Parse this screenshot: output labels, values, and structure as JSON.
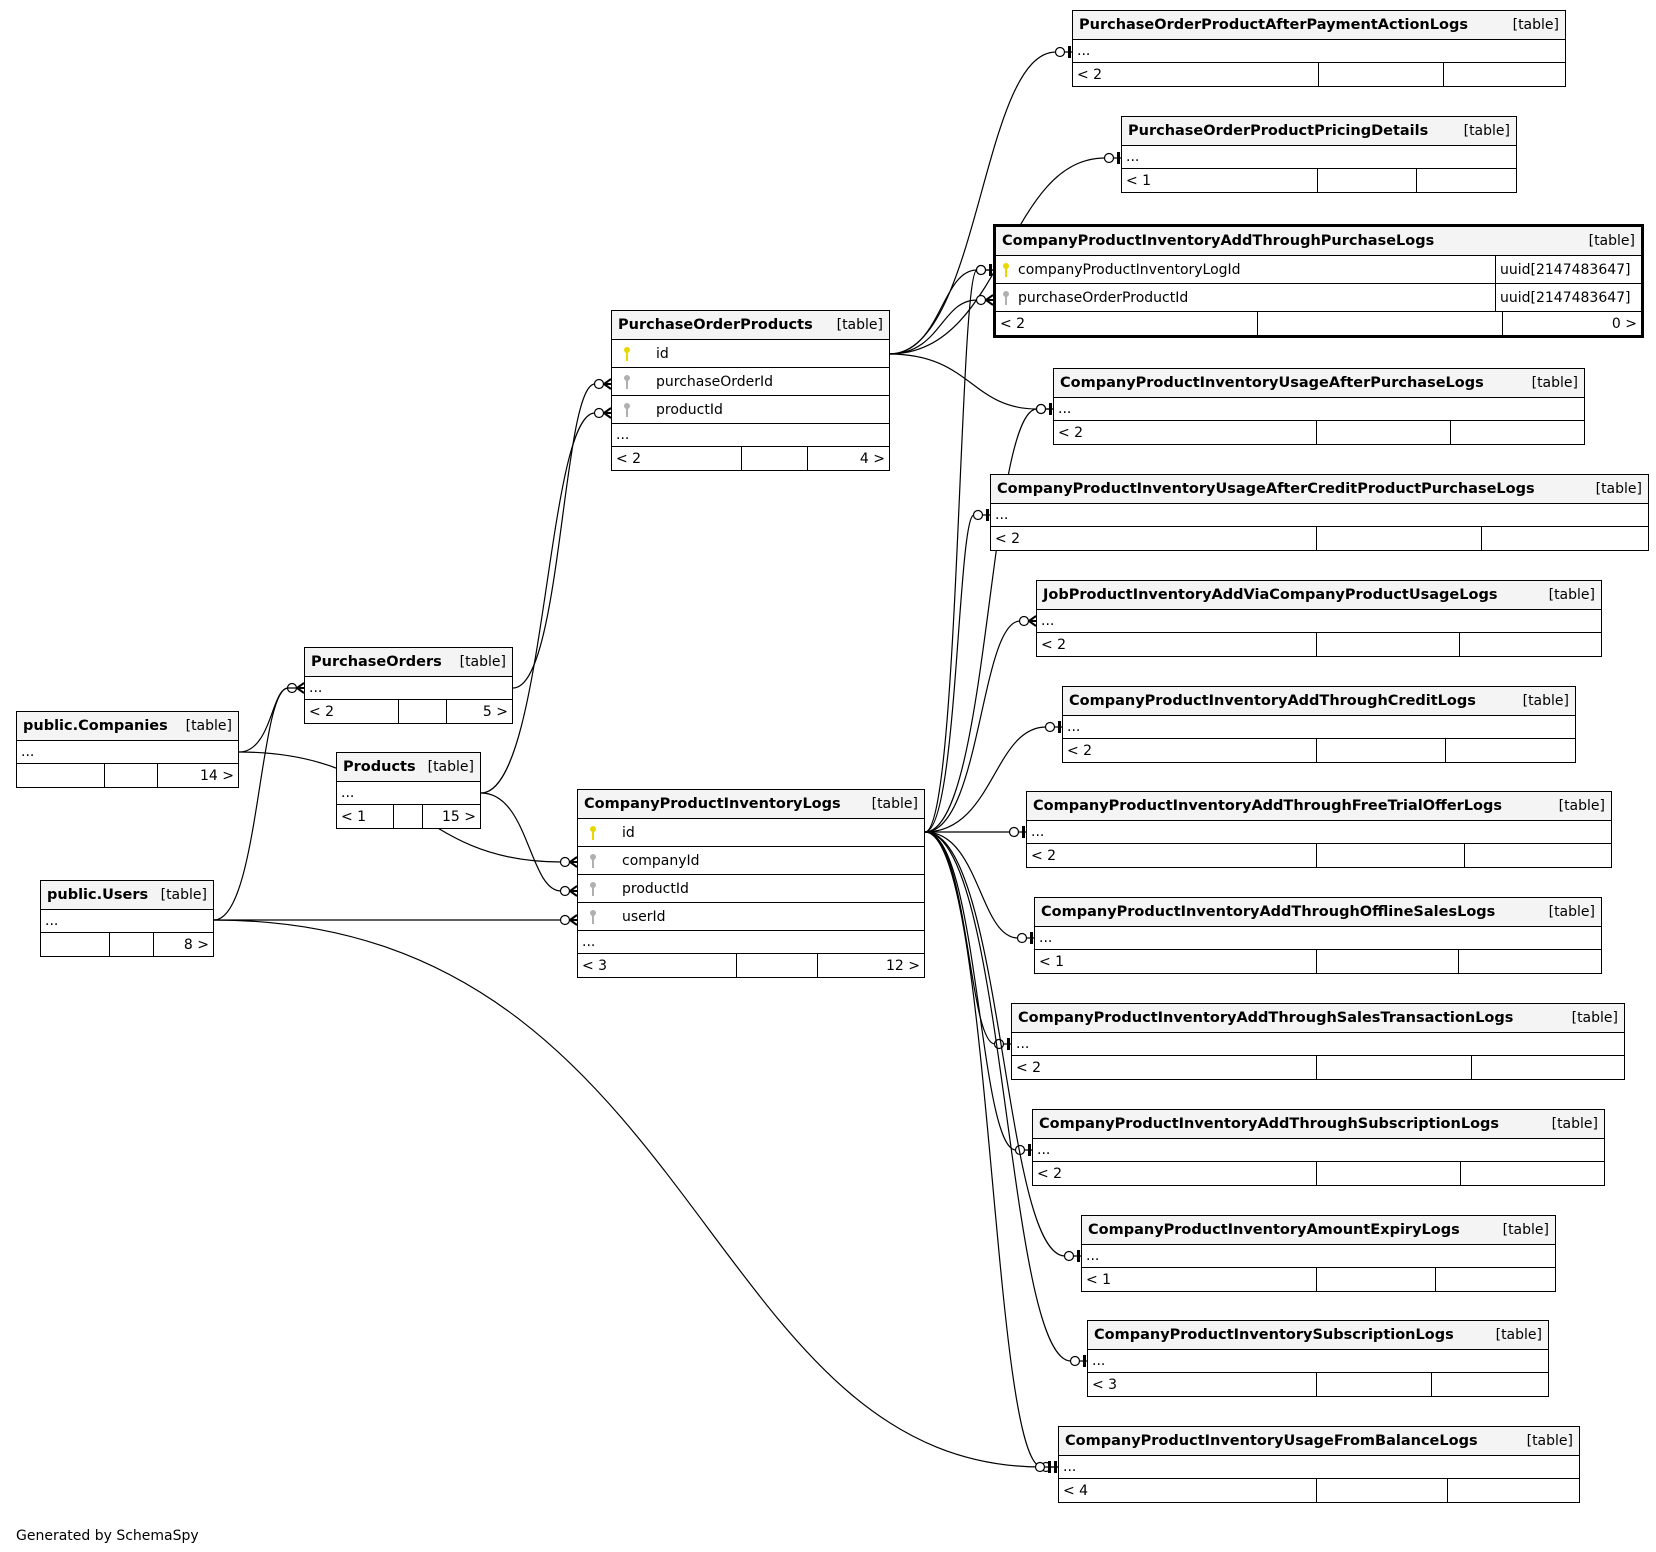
{
  "footer": "Generated by SchemaSpy",
  "table_type_label": "[table]",
  "ellipsis": "...",
  "colors": {
    "primary_key": "#e6d800",
    "foreign_key": "#b0b0b0",
    "header_bg": "#f4f4f4"
  },
  "tables": [
    {
      "id": "popapal",
      "name": "PurchaseOrderProductAfterPaymentActionLogs",
      "type": "[table]",
      "left": "< 2",
      "mid": "",
      "right": ""
    },
    {
      "id": "poppd",
      "name": "PurchaseOrderProductPricingDetails",
      "type": "[table]",
      "left": "< 1",
      "mid": "",
      "right": ""
    },
    {
      "id": "cpiatpl",
      "name": "CompanyProductInventoryAddThroughPurchaseLogs",
      "type": "[table]",
      "selected": true,
      "columns": [
        {
          "name": "companyProductInventoryLogId",
          "type": "uuid[2147483647]",
          "key": "primary-key"
        },
        {
          "name": "purchaseOrderProductId",
          "type": "uuid[2147483647]",
          "key": "foreign-key"
        }
      ],
      "left": "< 2",
      "mid": "",
      "right": "0 >"
    },
    {
      "id": "pop",
      "name": "PurchaseOrderProducts",
      "type": "[table]",
      "columns": [
        {
          "name": "id",
          "key": "primary-key"
        },
        {
          "name": "purchaseOrderId",
          "key": "foreign-key"
        },
        {
          "name": "productId",
          "key": "foreign-key"
        }
      ],
      "left": "< 2",
      "mid": "",
      "right": "4 >"
    },
    {
      "id": "cpiuapl",
      "name": "CompanyProductInventoryUsageAfterPurchaseLogs",
      "type": "[table]",
      "left": "< 2",
      "mid": "",
      "right": ""
    },
    {
      "id": "cpiuacppl",
      "name": "CompanyProductInventoryUsageAfterCreditProductPurchaseLogs",
      "type": "[table]",
      "left": "< 2",
      "mid": "",
      "right": ""
    },
    {
      "id": "jpiavcpul",
      "name": "JobProductInventoryAddViaCompanyProductUsageLogs",
      "type": "[table]",
      "left": "< 2",
      "mid": "",
      "right": ""
    },
    {
      "id": "cpiatcl",
      "name": "CompanyProductInventoryAddThroughCreditLogs",
      "type": "[table]",
      "left": "< 2",
      "mid": "",
      "right": ""
    },
    {
      "id": "cpiatftol",
      "name": "CompanyProductInventoryAddThroughFreeTrialOfferLogs",
      "type": "[table]",
      "left": "< 2",
      "mid": "",
      "right": ""
    },
    {
      "id": "cpiatosl",
      "name": "CompanyProductInventoryAddThroughOfflineSalesLogs",
      "type": "[table]",
      "left": "< 1",
      "mid": "",
      "right": ""
    },
    {
      "id": "cpiatstl",
      "name": "CompanyProductInventoryAddThroughSalesTransactionLogs",
      "type": "[table]",
      "left": "< 2",
      "mid": "",
      "right": ""
    },
    {
      "id": "cpiatsl",
      "name": "CompanyProductInventoryAddThroughSubscriptionLogs",
      "type": "[table]",
      "left": "< 2",
      "mid": "",
      "right": ""
    },
    {
      "id": "cpiael",
      "name": "CompanyProductInventoryAmountExpiryLogs",
      "type": "[table]",
      "left": "< 1",
      "mid": "",
      "right": ""
    },
    {
      "id": "cpisl",
      "name": "CompanyProductInventorySubscriptionLogs",
      "type": "[table]",
      "left": "< 3",
      "mid": "",
      "right": ""
    },
    {
      "id": "cpiufbl",
      "name": "CompanyProductInventoryUsageFromBalanceLogs",
      "type": "[table]",
      "left": "< 4",
      "mid": "",
      "right": ""
    },
    {
      "id": "cpil",
      "name": "CompanyProductInventoryLogs",
      "type": "[table]",
      "columns": [
        {
          "name": "id",
          "key": "primary-key"
        },
        {
          "name": "companyId",
          "key": "foreign-key"
        },
        {
          "name": "productId",
          "key": "foreign-key"
        },
        {
          "name": "userId",
          "key": "foreign-key"
        }
      ],
      "left": "< 3",
      "mid": "",
      "right": "12 >"
    },
    {
      "id": "po",
      "name": "PurchaseOrders",
      "type": "[table]",
      "left": "< 2",
      "mid": "",
      "right": "5 >"
    },
    {
      "id": "prod",
      "name": "Products",
      "type": "[table]",
      "left": "< 1",
      "mid": "",
      "right": "15 >"
    },
    {
      "id": "comp",
      "name": "public.Companies",
      "type": "[table]",
      "left": "",
      "mid": "",
      "right": "14 >"
    },
    {
      "id": "users",
      "name": "public.Users",
      "type": "[table]",
      "left": "",
      "mid": "",
      "right": "8 >"
    }
  ]
}
